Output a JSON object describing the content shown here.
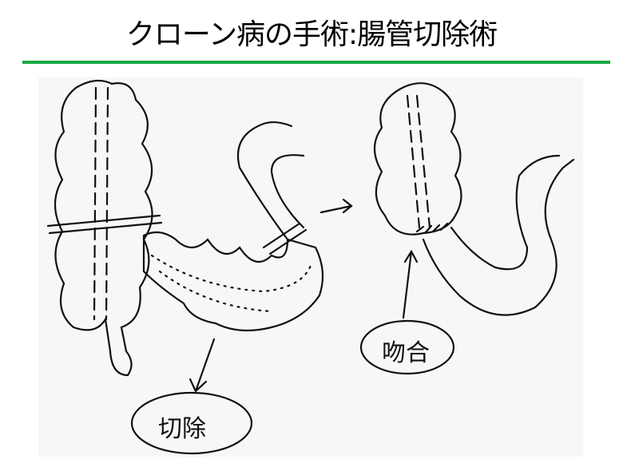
{
  "slide": {
    "title": "クローン病の手術:腸管切除術",
    "accent_color": "#1aa845"
  },
  "diagram": {
    "label_resection": "切除",
    "label_anastomosis": "吻合"
  }
}
